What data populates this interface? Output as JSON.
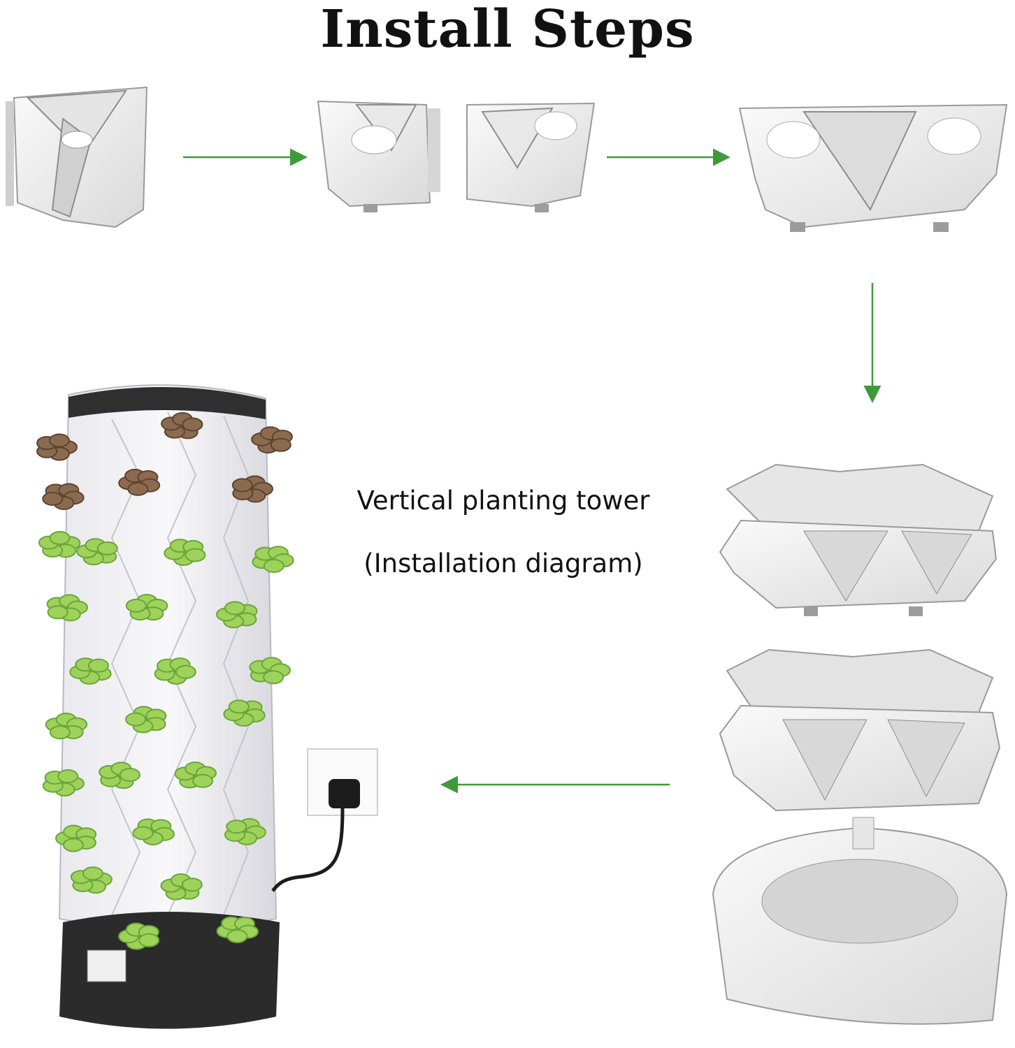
{
  "title": "Install Steps",
  "caption": {
    "line1": "Vertical planting tower",
    "line2": "(Installation diagram)"
  },
  "colors": {
    "arrow": "#3f9a3a",
    "panel": "#f2f2f2",
    "panel_shadow": "#c9c9c9",
    "leaf": "#9ed25a",
    "leaf_dark": "#6aa53a",
    "base": "#2b2b2b"
  },
  "steps": [
    {
      "id": "step-1",
      "shows": "single folded panel"
    },
    {
      "id": "step-2",
      "shows": "two panel halves"
    },
    {
      "id": "step-3",
      "shows": "joined ring segment"
    },
    {
      "id": "step-4",
      "shows": "stacked rings on base"
    },
    {
      "id": "step-5",
      "shows": "assembled planting tower with power plug"
    }
  ]
}
